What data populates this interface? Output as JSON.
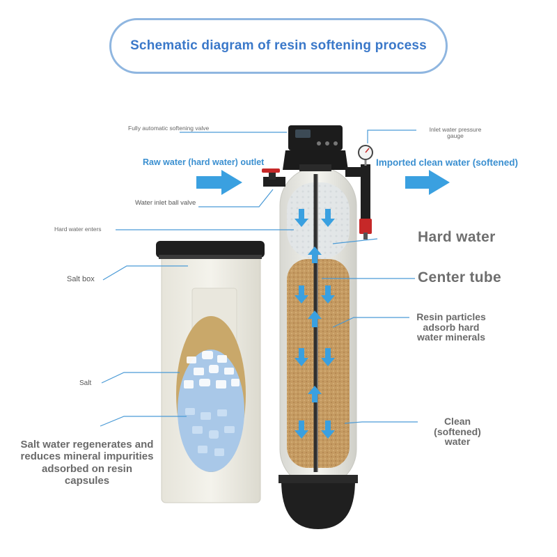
{
  "title": "Schematic diagram of resin softening process",
  "labels": {
    "softening_valve": "Fully automatic softening valve",
    "raw_water_outlet": "Raw water (hard water) outlet",
    "inlet_pressure_gauge": "Inlet water pressure gauge",
    "imported_clean_water": "Imported clean water (softened)",
    "water_inlet_ball_valve": "Water inlet ball valve",
    "hard_water_enters": "Hard water enters",
    "hard_water": "Hard water",
    "center_tube": "Center tube",
    "salt_box": "Salt box",
    "resin_particles": "Resin particles adsorb hard water minerals",
    "salt": "Salt",
    "clean_softened_water": "Clean (softened) water",
    "salt_water_regenerates": "Salt water regenerates and reduces mineral impurities adsorbed on resin capsules"
  },
  "colors": {
    "title_blue": "#3a78c9",
    "leader_blue": "#4a9ad6",
    "flow_arrow": "#3aa0e0",
    "resin": "#c9a06a"
  }
}
